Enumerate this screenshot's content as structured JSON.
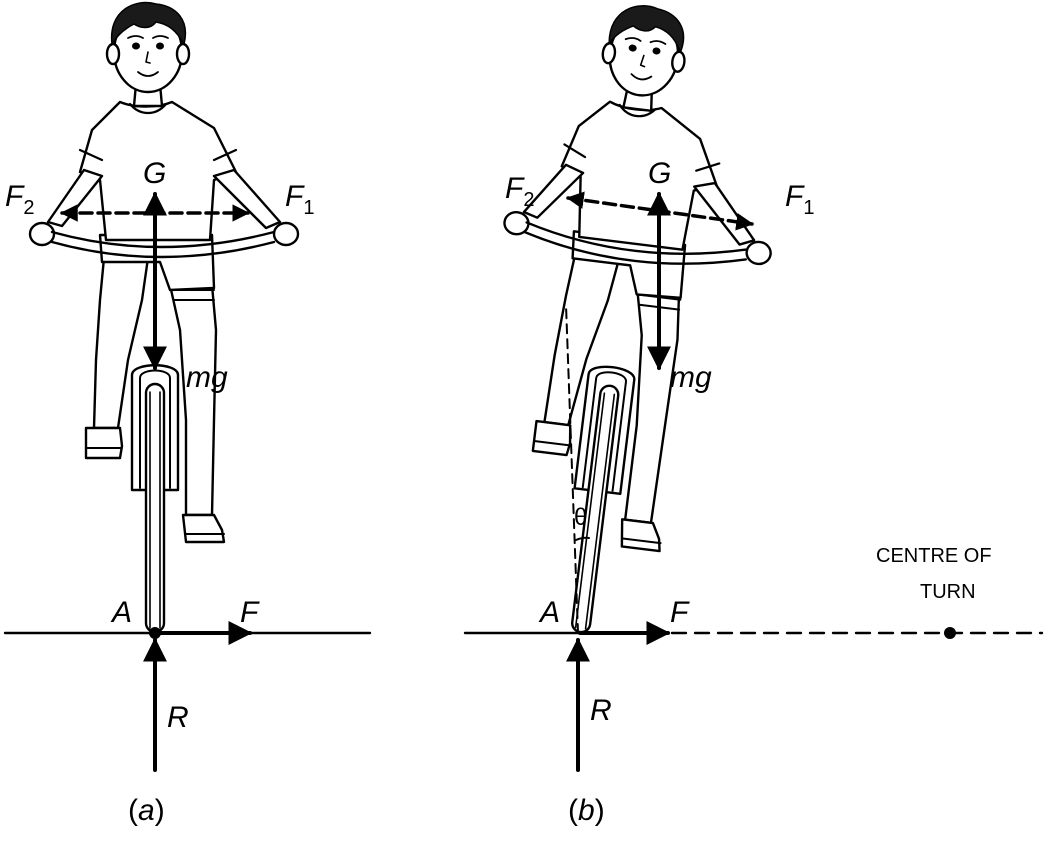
{
  "figure_a": {
    "caption_open": "(",
    "caption_letter": "a",
    "caption_close": ")",
    "labels": {
      "F2_main": "F",
      "F2_sub": "2",
      "F1_main": "F",
      "F1_sub": "1",
      "G": "G",
      "mg": "mg",
      "A": "A",
      "F": "F",
      "R": "R"
    }
  },
  "figure_b": {
    "caption_open": "(",
    "caption_letter": "b",
    "caption_close": ")",
    "labels": {
      "F2_main": "F",
      "F2_sub": "2",
      "F1_main": "F",
      "F1_sub": "1",
      "G": "G",
      "mg": "mg",
      "A": "A",
      "F": "F",
      "R": "R",
      "theta": "θ"
    },
    "centre_of_turn_line1": "CENTRE OF",
    "centre_of_turn_line2": "TURN"
  },
  "colors": {
    "ink": "#000000",
    "background": "#ffffff"
  }
}
